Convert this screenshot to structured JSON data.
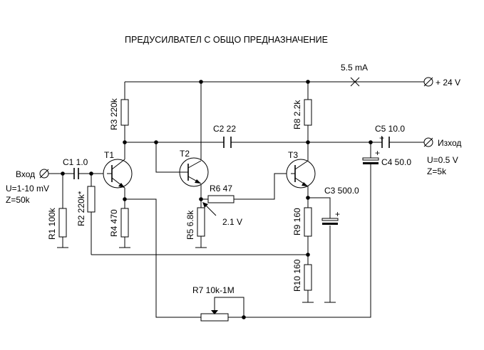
{
  "title": "ПРЕДУСИЛВАТЕЛ  С  ОБЩО  ПРЕДНАЗНАЧЕНИЕ",
  "input": {
    "label": "Вход",
    "voltage": "U=1-10 mV",
    "impedance": "Z=50k"
  },
  "output": {
    "label": "Изход",
    "voltage": "U=0.5 V",
    "impedance": "Z=5k"
  },
  "supply": {
    "label": "+ 24 V",
    "current": "5.5 mA"
  },
  "transistors": {
    "t1": "T1",
    "t2": "T2",
    "t3": "T3"
  },
  "components": {
    "c1": "C1 1.0",
    "c2": "C2 22",
    "c3": "C3 500.0",
    "c4": "C4 50.0",
    "c5": "C5 10.0",
    "r1": "R1 100k",
    "r2": "R2 220k*",
    "r3": "R3 220k",
    "r4": "R4 470",
    "r5": "R5 6.8k",
    "r6": "R6 47",
    "r7": "R7 10k-1M",
    "r8": "R8 2.2k",
    "r9": "R9 160",
    "r10": "R10 160"
  },
  "annotations": {
    "t2_emitter_voltage": "2.1 V"
  },
  "polarity_mark": "+"
}
